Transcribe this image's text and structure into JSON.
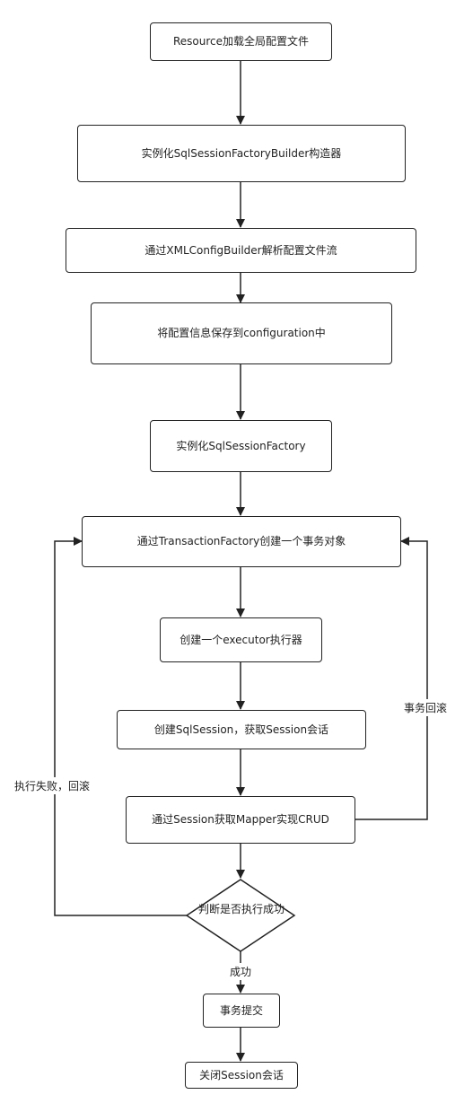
{
  "nodes": {
    "n1": "Resource加载全局配置文件",
    "n2": "实例化SqlSessionFactoryBuilder构造器",
    "n3": "通过XMLConfigBuilder解析配置文件流",
    "n4": "将配置信息保存到configuration中",
    "n5": "实例化SqlSessionFactory",
    "n6": "通过TransactionFactory创建一个事务对象",
    "n7": "创建一个executor执行器",
    "n8": "创建SqlSession，获取Session会话",
    "n9": "通过Session获取Mapper实现CRUD",
    "decision": "判断是否执行成功",
    "n10": "事务提交",
    "n11": "关闭Session会话"
  },
  "edge_labels": {
    "rollback_right": "事务回滚",
    "fail_left": "执行失败，回滚",
    "success": "成功"
  }
}
